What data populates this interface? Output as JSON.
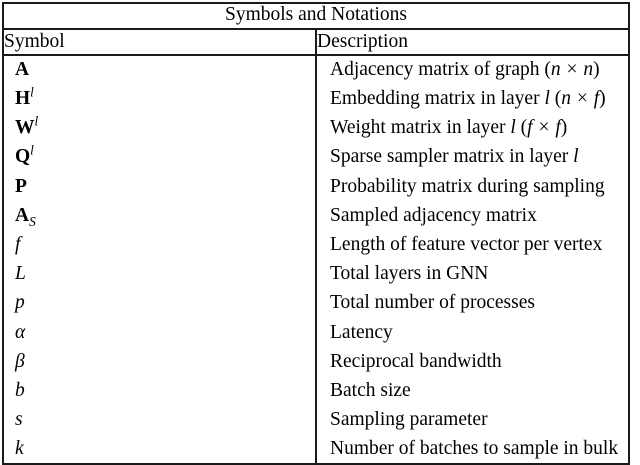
{
  "table": {
    "title": "Symbols and Notations",
    "columns": [
      {
        "key": "symbol",
        "label": "Symbol"
      },
      {
        "key": "description",
        "label": "Description"
      }
    ],
    "rows": [
      {
        "symbol_plain": "A",
        "symbol_base": "A",
        "symbol_style": "bold",
        "symbol_script": "",
        "description": "Adjacency matrix of graph (n × n)",
        "description_prefix": "Adjacency matrix of graph",
        "description_math": "(n × n)"
      },
      {
        "symbol_plain": "H^l",
        "symbol_base": "H",
        "symbol_style": "bold",
        "symbol_script": "l",
        "symbol_script_kind": "super",
        "description": "Embedding matrix in layer l (n × f)",
        "description_prefix": "Embedding matrix in layer",
        "description_math": "l (n × f)"
      },
      {
        "symbol_plain": "W^l",
        "symbol_base": "W",
        "symbol_style": "bold",
        "symbol_script": "l",
        "symbol_script_kind": "super",
        "description": "Weight matrix in layer l (f × f)",
        "description_prefix": "Weight matrix in layer",
        "description_math": "l (f × f)"
      },
      {
        "symbol_plain": "Q^l",
        "symbol_base": "Q",
        "symbol_style": "bold",
        "symbol_script": "l",
        "symbol_script_kind": "super",
        "description": "Sparse sampler matrix in layer l",
        "description_prefix": "Sparse sampler matrix in layer",
        "description_math": "l"
      },
      {
        "symbol_plain": "P",
        "symbol_base": "P",
        "symbol_style": "bold",
        "symbol_script": "",
        "description": "Probability matrix during sampling",
        "description_prefix": "Probability matrix during sampling",
        "description_math": ""
      },
      {
        "symbol_plain": "A_S",
        "symbol_base": "A",
        "symbol_style": "bold",
        "symbol_script": "S",
        "symbol_script_kind": "sub",
        "description": "Sampled adjacency matrix",
        "description_prefix": "Sampled adjacency matrix",
        "description_math": ""
      },
      {
        "symbol_plain": "f",
        "symbol_base": "f",
        "symbol_style": "italic",
        "symbol_script": "",
        "description": "Length of feature vector per vertex",
        "description_prefix": "Length of feature vector per vertex",
        "description_math": ""
      },
      {
        "symbol_plain": "L",
        "symbol_base": "L",
        "symbol_style": "italic",
        "symbol_script": "",
        "description": "Total layers in GNN",
        "description_prefix": "Total layers in GNN",
        "description_math": ""
      },
      {
        "symbol_plain": "p",
        "symbol_base": "p",
        "symbol_style": "italic",
        "symbol_script": "",
        "description": "Total number of processes",
        "description_prefix": "Total number of processes",
        "description_math": ""
      },
      {
        "symbol_plain": "α",
        "symbol_base": "α",
        "symbol_style": "italic",
        "symbol_script": "",
        "description": "Latency",
        "description_prefix": "Latency",
        "description_math": ""
      },
      {
        "symbol_plain": "β",
        "symbol_base": "β",
        "symbol_style": "italic",
        "symbol_script": "",
        "description": "Reciprocal bandwidth",
        "description_prefix": "Reciprocal bandwidth",
        "description_math": ""
      },
      {
        "symbol_plain": "b",
        "symbol_base": "b",
        "symbol_style": "italic",
        "symbol_script": "",
        "description": "Batch size",
        "description_prefix": "Batch size",
        "description_math": ""
      },
      {
        "symbol_plain": "s",
        "symbol_base": "s",
        "symbol_style": "italic",
        "symbol_script": "",
        "description": "Sampling parameter",
        "description_prefix": "Sampling parameter",
        "description_math": ""
      },
      {
        "symbol_plain": "k",
        "symbol_base": "k",
        "symbol_style": "italic",
        "symbol_script": "",
        "description": "Number of batches to sample in bulk",
        "description_prefix": "Number of batches to sample in bulk",
        "description_math": ""
      }
    ],
    "colors": {
      "rule": "#1a1a1a",
      "text": "#000000",
      "background": "#ffffff"
    }
  }
}
